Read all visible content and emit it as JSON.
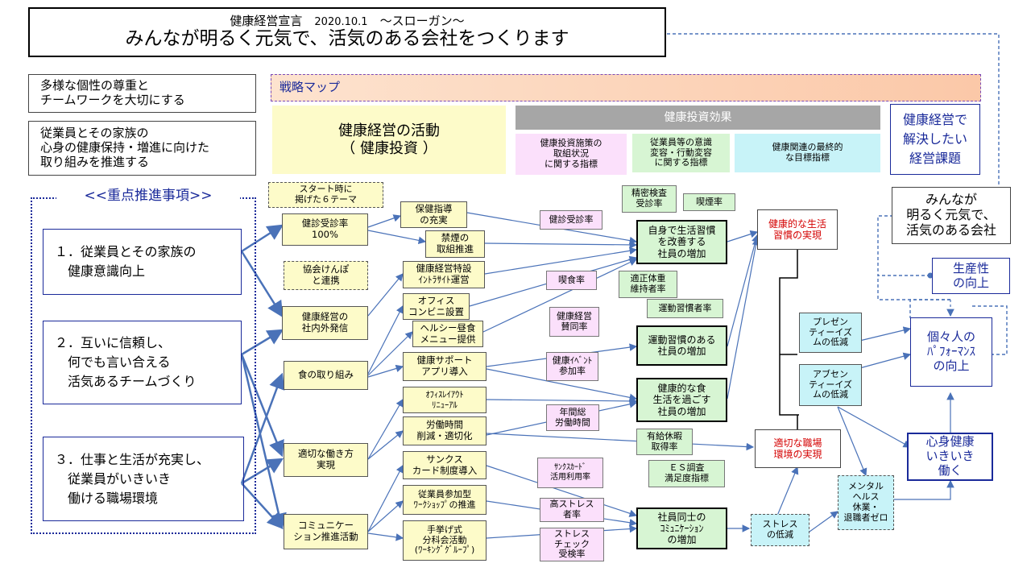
{
  "header": {
    "declaration": "健康経営宣言",
    "date": "2020.10.1",
    "slogan_label": "～スローガン～",
    "slogan": "みんなが明るく元気で、活気のある会社をつくります"
  },
  "values": {
    "v1": "多様な個性の尊重と\nチームワークを大切にする",
    "v2": "従業員とその家族の\n心身の健康保持・増進に向けた\n取り組みを推進する"
  },
  "strategy_map_label": "戦略マップ",
  "sections": {
    "activity": "健康経営の活動\n（ 健康投資 ）",
    "effect": "健康投資効果",
    "effect_col1": "健康投資施策の\n取組状況\nに関する指標",
    "effect_col2": "従業員等の意識\n変容・行動変容\nに関する指標",
    "effect_col3": "健康関連の最終的\nな目標指標",
    "issues": "健康経営で\n解決したい\n経営課題"
  },
  "priority": {
    "title": "<<重点推進事項>>",
    "p1": "１．従業員とその家族の\n　健康意識向上",
    "p2": "２．互いに信頼し、\n　何でも言い合える\n　活気あるチームづくり",
    "p3": "３．仕事と生活が充実し、\n　従業員がいきいき\n　働ける職場環境"
  },
  "themes": {
    "start": "スタート時に\n掲げた６テーマ",
    "t1": "健診受診率\n100%",
    "t1b": "協会けんぽ\nと連携",
    "t2": "健康経営の\n社内外発信",
    "t3": "食の取り組み",
    "t4": "適切な働き方\n実現",
    "t5": "コミュニケー\nション推進活動"
  },
  "measures": {
    "m1": "保健指導\nの充実",
    "m2": "禁煙の\n取組推進",
    "m3": "健康経営特設\nｲﾝﾄﾗｻｲﾄ運営",
    "m4": "オフィス\nコンビニ設置",
    "m5": "ヘルシー昼食\nメニュー提供",
    "m6": "健康サポート\nアプリ導入",
    "m7": "ｵﾌｨｽﾚｲｱｳﾄ\nﾘﾆｭｰｱﾙ",
    "m8": "労働時間\n削減・適切化",
    "m9": "サンクス\nカード制度導入",
    "m10": "従業員参加型\nﾜｰｸｼｮｯﾌﾟの推進",
    "m11": "手挙げ式\n分科会活動\n(ﾜｰｷﾝｸﾞｸﾞﾙｰﾌﾟ)"
  },
  "indicators": {
    "i1": "健診受診率",
    "i2": "喫食率",
    "i3": "健康経営\n賛同率",
    "i4": "健康ｲﾍﾞﾝﾄ\n参加率",
    "i5": "年間総\n労働時間",
    "i6": "ｻﾝｸｽｶｰﾄﾞ\n活用利用率",
    "i7": "高ストレス\n者率",
    "i8": "ストレス\nチェック\n受検率"
  },
  "behavior": {
    "g1": "精密検査\n受診率",
    "g2": "喫煙率",
    "g3": "適正体重\n維持者率",
    "g4": "運動習慣者率",
    "g5": "有給休暇\n取得率",
    "g6": "ＥＳ調査\n満足度指標",
    "b1": "自身で生活習慣\nを改善する\n社員の増加",
    "b2": "運動習慣のある\n社員の増加",
    "b3": "健康的な食\n生活を過ごす\n社員の増加",
    "b4": "社員同士の\nｺﾐｭﾆｹｰｼｮﾝ\nの増加"
  },
  "outcomes": {
    "o1": "健康的な生活\n習慣の実現",
    "o2": "適切な職場\n環境の実現",
    "o3": "プレゼン\nティーイズ\nムの低減",
    "o4": "アブセン\nティーイズ\nムの低減",
    "o5": "ストレス\nの低減",
    "o6": "メンタル\nヘルス\n休業・\n退職者ゼロ"
  },
  "goals": {
    "g_company": "みんなが\n明るく元気で、\n活気のある会社",
    "g_productivity": "生産性\nの向上",
    "g_performance": "個々人の\nﾊﾟﾌｫｰﾏﾝｽ\nの向上",
    "g_wellbeing": "心身健康\nいきいき\n働く"
  },
  "colors": {
    "accent_blue": "#1a2a9a",
    "arrow_blue": "#4a72b8",
    "effect_gray": "#a6a6a6",
    "outcome_red": "#d40000"
  }
}
